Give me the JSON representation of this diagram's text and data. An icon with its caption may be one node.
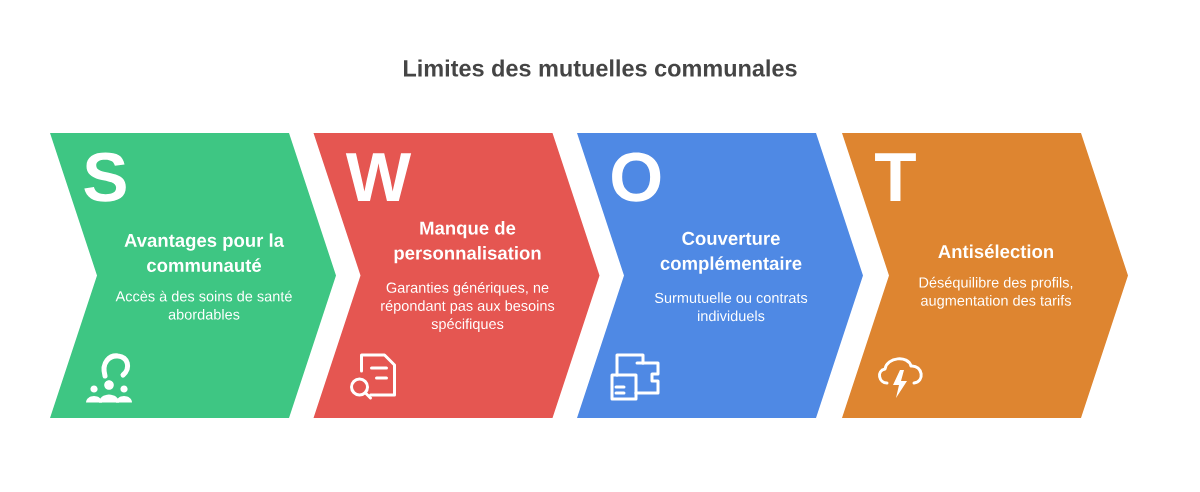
{
  "diagram": {
    "title": "Limites des mutuelles communales",
    "nodes": [
      {
        "text": [
          "S",
          "Avantages pour la communauté",
          "Accès à des soins de santé abordables"
        ]
      },
      {
        "text": [
          "W",
          "Manque de personnalisation",
          "Garanties génériques, ne répondant pas aux besoins spécifiques"
        ]
      },
      {
        "text": [
          "O",
          "Couverture complémentaire",
          "Surmutuelle ou contrats individuels"
        ]
      },
      {
        "text": [
          "T",
          "Antisélection",
          "Déséquilibre des profils, augmentation des tarifs"
        ]
      }
    ]
  }
}
